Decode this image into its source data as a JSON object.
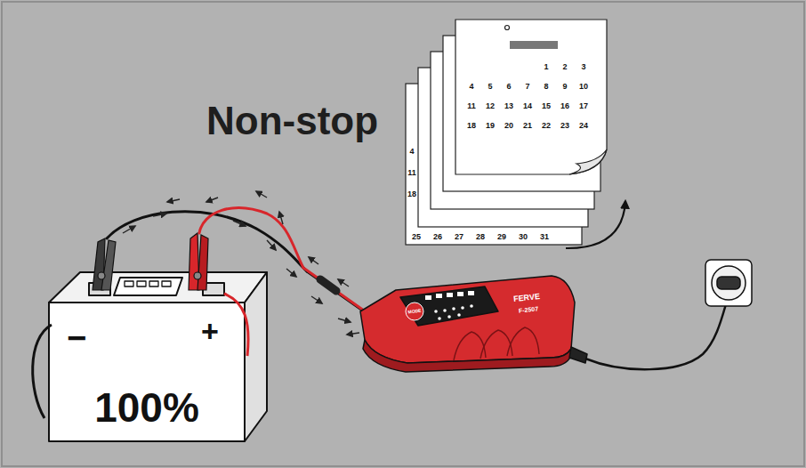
{
  "diagram": {
    "title": "Non-stop",
    "labels": [
      "−",
      "+",
      "100%",
      "MODE",
      "FERVE",
      "F-2507",
      "1",
      "2",
      "3",
      "4",
      "5",
      "6",
      "7",
      "8",
      "9",
      "10",
      "11",
      "12",
      "13",
      "14",
      "15",
      "16",
      "17",
      "18",
      "19",
      "20",
      "21",
      "22",
      "23",
      "24",
      "4",
      "11",
      "18",
      "25",
      "26",
      "27",
      "28",
      "29",
      "30",
      "31"
    ]
  }
}
